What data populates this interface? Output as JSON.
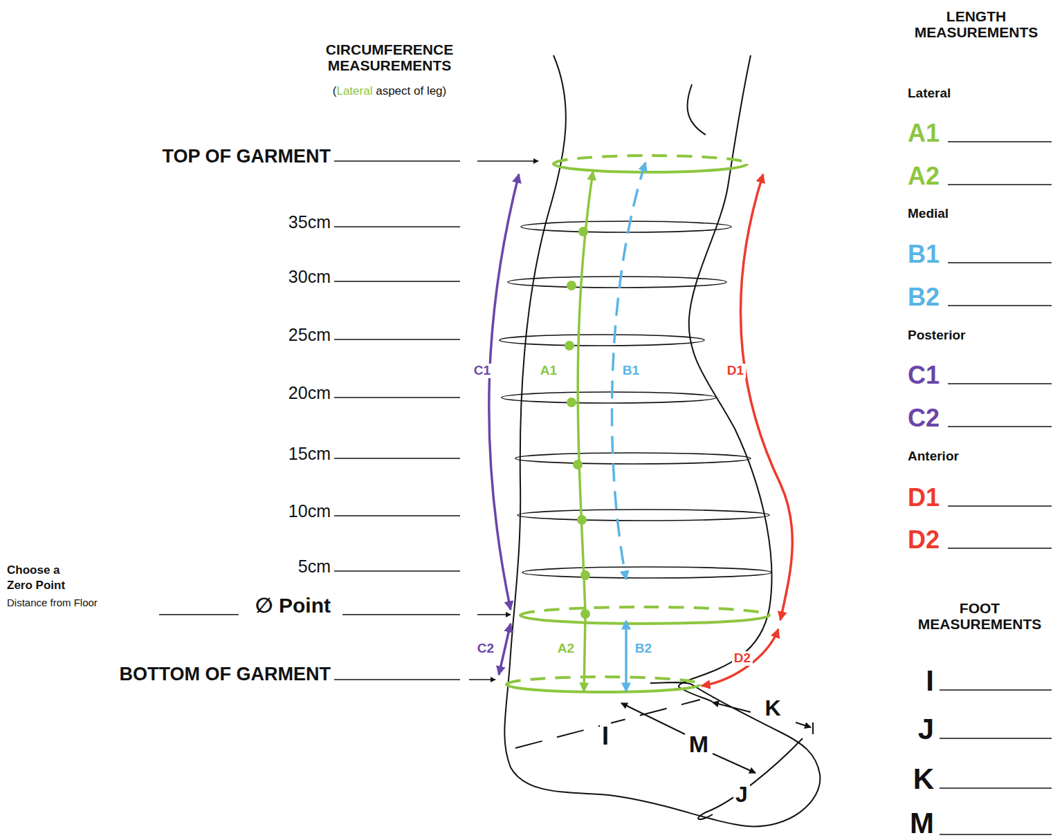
{
  "diagram": {
    "labels": [
      "CIRCUMFERENCE MEASUREMENTS",
      "(",
      "Lateral",
      "aspect of leg)",
      "TOP OF GARMENT",
      "35cm",
      "30cm",
      "25cm",
      "20cm",
      "15cm",
      "10cm",
      "5cm",
      "Choose a",
      "Zero Point",
      "Distance from Floor",
      "∅ Point",
      "BOTTOM OF GARMENT",
      "C1",
      "A1",
      "B1",
      "D1",
      "C2",
      "A2",
      "B2",
      "D2",
      "I",
      "M",
      "K",
      "J",
      "LENGTH MEASUREMENTS",
      "Lateral",
      "A1",
      "A2",
      "Medial",
      "B1",
      "B2",
      "Posterior",
      "C1",
      "C2",
      "Anterior",
      "D1",
      "D2",
      "FOOT MEASUREMENTS",
      "I",
      "J",
      "K",
      "M"
    ]
  }
}
